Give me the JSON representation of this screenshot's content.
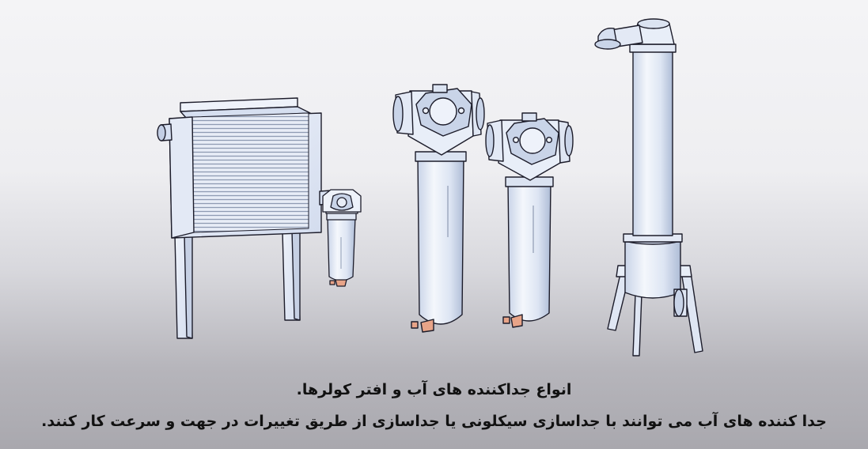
{
  "caption": {
    "line1": "انواع جداکننده های آب و افتر کولرها.",
    "line2": "جدا کننده های آب می توانند با جداسازی سیکلونی یا جداسازی از طریق تغییرات در جهت و سرعت کار کنند."
  },
  "colors": {
    "body_fill": "#dfe7f5",
    "highlight": "#f7f9fd",
    "shade": "#b9c6dc",
    "outline": "#1c1c2a",
    "drain_valve": "#e8a488",
    "background_top": "#f4f4f6",
    "background_bottom": "#a9a8ae"
  },
  "figure": {
    "items": [
      {
        "name": "aftercooler",
        "icon": "radiator-icon"
      },
      {
        "name": "small-water-separator",
        "icon": "filter-icon"
      },
      {
        "name": "large-water-separator",
        "icon": "filter-icon"
      },
      {
        "name": "medium-water-separator",
        "icon": "filter-icon"
      },
      {
        "name": "cyclone-separator",
        "icon": "column-icon"
      }
    ]
  }
}
